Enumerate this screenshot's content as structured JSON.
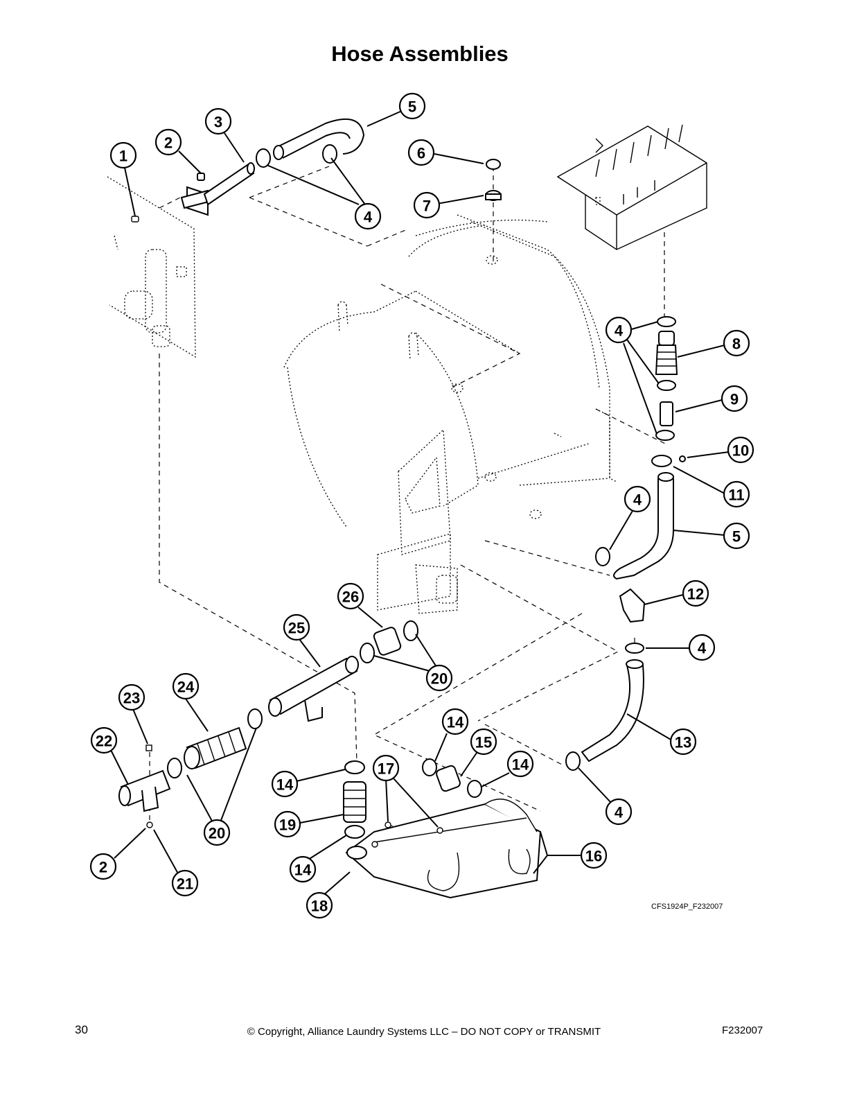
{
  "title": "Hose Assemblies",
  "drawing_code": "CFS1924P_F232007",
  "footer": {
    "page_number": "30",
    "copyright": "© Copyright, Alliance Laundry Systems LLC – DO NOT COPY or TRANSMIT",
    "doc_number": "F232007"
  },
  "callouts": {
    "c1": "1",
    "c2a": "2",
    "c3": "3",
    "c4a": "4",
    "c5a": "5",
    "c6": "6",
    "c7": "7",
    "c4b": "4",
    "c8": "8",
    "c9": "9",
    "c10": "10",
    "c11": "11",
    "c4c": "4",
    "c5b": "5",
    "c12": "12",
    "c4d": "4",
    "c26": "26",
    "c25": "25",
    "c20a": "20",
    "c23": "23",
    "c24": "24",
    "c22": "22",
    "c14a": "14",
    "c15": "15",
    "c14b": "14",
    "c13": "13",
    "c4e": "4",
    "c14c": "14",
    "c17": "17",
    "c19": "19",
    "c20b": "20",
    "c16": "16",
    "c14d": "14",
    "c2b": "2",
    "c21": "21",
    "c18": "18"
  }
}
